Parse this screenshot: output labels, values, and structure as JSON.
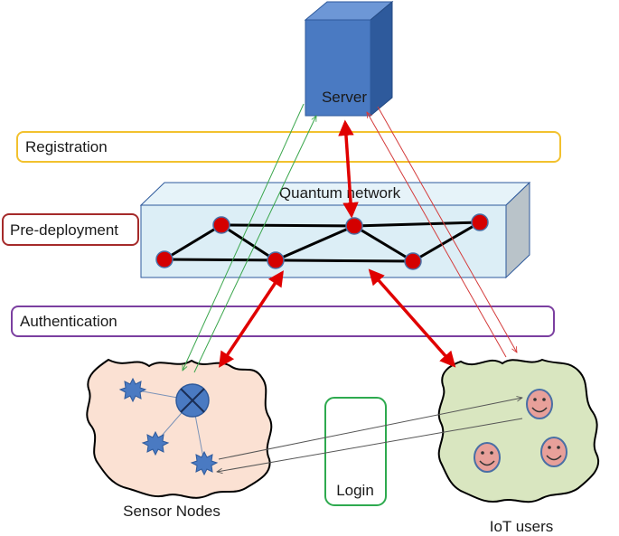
{
  "labels": {
    "server": "Server",
    "registration": "Registration",
    "quantum_network": "Quantum network",
    "pre_deployment": "Pre-deployment",
    "authentication": "Authentication",
    "login": "Login",
    "sensor_nodes": "Sensor Nodes",
    "iot_users": "IoT users"
  },
  "colors": {
    "server_front": "#4a7ac2",
    "server_top": "#6d97d6",
    "server_side": "#2e5a9c",
    "registration_border": "#f2c12e",
    "pre_deployment_border": "#a52a2a",
    "authentication_border": "#7b3fa0",
    "login_border": "#2eaa4f",
    "network_face": "#dceef6",
    "network_node": "#d40000",
    "red_arrow": "#e00000",
    "sensor_cloud": "#fbe1d3",
    "iot_cloud": "#d9e6c0"
  },
  "icons": {
    "network_node": "red-circle-node",
    "sensor": "star-sensor-icon",
    "gateway": "x-circle-gateway-icon",
    "user": "smiley-user-icon"
  }
}
